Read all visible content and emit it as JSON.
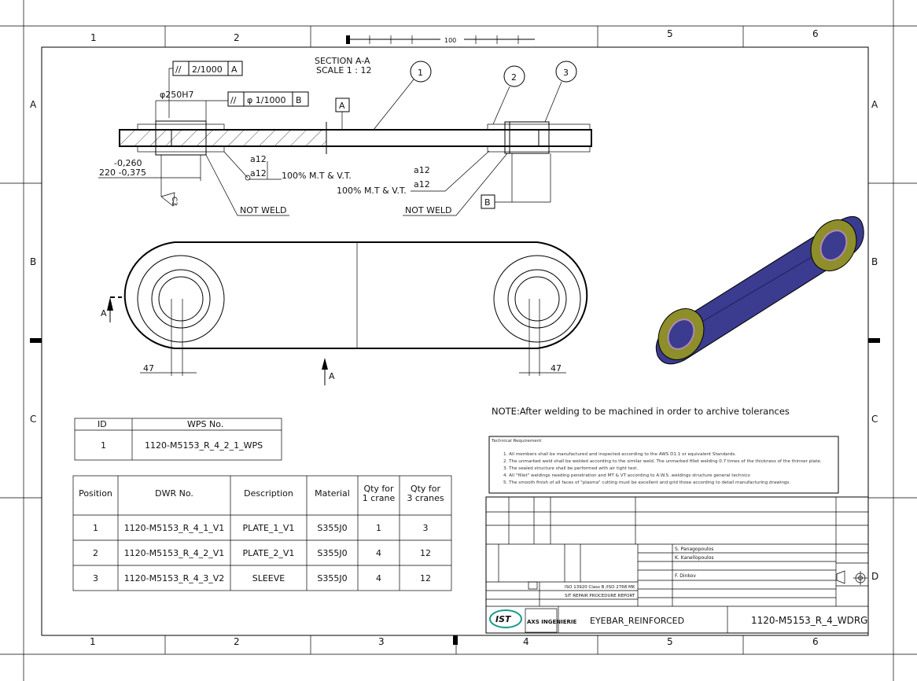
{
  "frame": {
    "columns_top": [
      "1",
      "2",
      "5",
      "6"
    ],
    "columns_bottom": [
      "1",
      "2",
      "3",
      "4",
      "5",
      "6"
    ],
    "rows": [
      "A",
      "B",
      "C",
      "D"
    ],
    "scale_bar_label": "100"
  },
  "section_view": {
    "title": "SECTION A-A",
    "scale": "SCALE 1 : 12",
    "tol_frame_1": {
      "symbol": "//",
      "value": "2/1000",
      "datum": "A"
    },
    "tol_frame_2": {
      "symbol": "//",
      "value": "φ 1/1000",
      "datum": "B"
    },
    "bore_dim": "φ250H7",
    "datum_a": "A",
    "datum_b": "B",
    "dim_tol_upper": "-0,260",
    "dim_tol_lower": "220 -0,375",
    "chamfer": "C3",
    "weld_left": {
      "top": "a12",
      "bottom": "a12",
      "note": "100% M.T & V.T."
    },
    "weld_right": {
      "top": "a12",
      "bottom": "a12",
      "note": "100% M.T & V.T."
    },
    "not_weld_left": "NOT WELD",
    "not_weld_right": "NOT WELD",
    "balloons": [
      "1",
      "2",
      "3"
    ]
  },
  "plan_view": {
    "section_label_left": "A",
    "section_label_bottom": "A",
    "dim_left": "47",
    "dim_right": "47"
  },
  "note": "NOTE:After welding to be machined in order to archive tolerances",
  "wps_table": {
    "headers": [
      "ID",
      "WPS No."
    ],
    "rows": [
      [
        "1",
        "1120-M5153_R_4_2_1_WPS"
      ]
    ]
  },
  "parts_table": {
    "headers": [
      "Position",
      "DWR No.",
      "Description",
      "Material",
      "Qty for 1 crane",
      "Qty for 3 cranes"
    ],
    "rows": [
      [
        "1",
        "1120-M5153_R_4_1_V1",
        "PLATE_1_V1",
        "S355J0",
        "1",
        "3"
      ],
      [
        "2",
        "1120-M5153_R_4_2_V1",
        "PLATE_2_V1",
        "S355J0",
        "4",
        "12"
      ],
      [
        "3",
        "1120-M5153_R_4_3_V2",
        "SLEEVE",
        "S355J0",
        "4",
        "12"
      ]
    ]
  },
  "technical_requirement": {
    "title": "Technical Requirement",
    "items": [
      "1.   All members shall be manufactured and inspected according to the AWS D1.1 or equivalent Standards.",
      "2.   The unmarked weld shall be welded according to the similar weld. The unmarked fillet welding 0.7 times of the thickness of the thinner plate.",
      "3.   The sealed structure shall be performed with air tight test.",
      "4.   All \"fillet\" weldings needing penetration and  MT & VT according to A.W.S. weldings structure general technics",
      "5.   The smooth finish of all faces of \"plasma\" cutting must be excellent and grid those according to detail manufacturing drawings."
    ]
  },
  "title_block": {
    "drawn_by": "S. Panagopoulos",
    "checked_by": "K. Kanellopoulos",
    "approved_by": "F. Dinkov",
    "standard": "ISO 13920 Class B /ISO 2768 MK",
    "report": "SIT REPAIR PROCEDURE REPORT",
    "title": "EYEBAR_REINFORCED",
    "drawing_no": "1120-M5153_R_4_WDRG",
    "logo_1": "IST",
    "logo_2": "AXS INGENIERIE"
  },
  "colors": {
    "model_body": "#3b3b8f",
    "model_washer": "#8e8e2a",
    "model_bore": "#b08ab0"
  }
}
